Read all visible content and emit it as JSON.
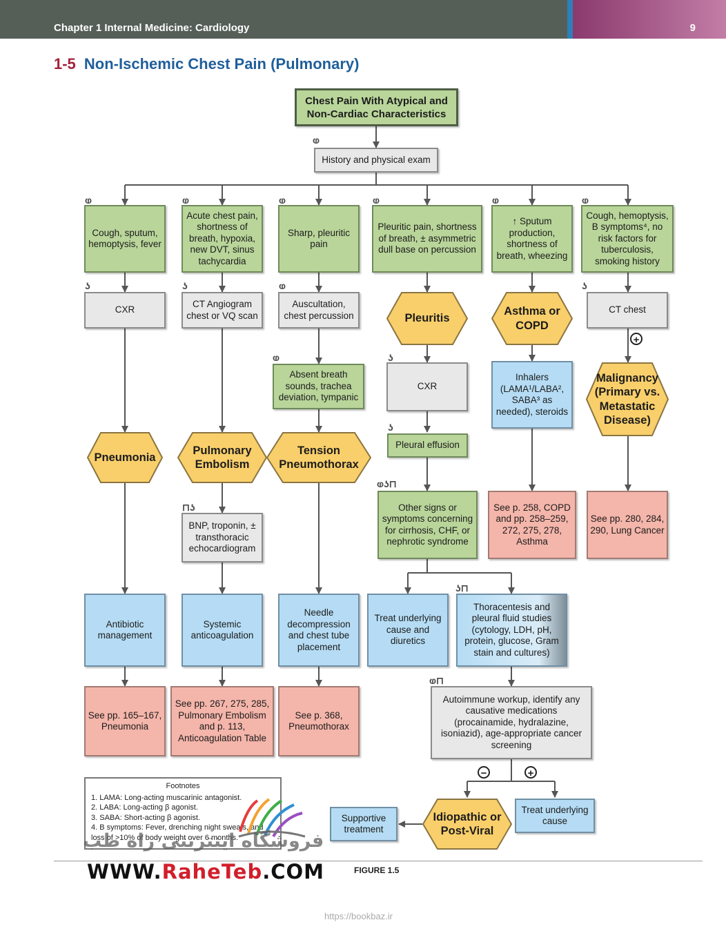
{
  "header": {
    "chapter": "Chapter 1  Internal Medicine: Cardiology",
    "page": "9"
  },
  "title": {
    "number": "1-5",
    "text": "Non-Ischemic Chest Pain (Pulmonary)"
  },
  "nodes": {
    "start": "Chest Pain With Atypical and Non-Cardiac Characteristics",
    "history": "History and physical exam",
    "col1_sym": "Cough, sputum, hemoptysis, fever",
    "col2_sym": "Acute chest pain, shortness of breath, hypoxia, new DVT, sinus tachycardia",
    "col3_sym": "Sharp, pleuritic pain",
    "col4_sym": "Pleuritic pain, shortness of breath, ± asymmetric dull base on percussion",
    "col5_sym": "↑ Sputum production, shortness of breath, wheezing",
    "col6_sym": "Cough, hemoptysis, B symptoms⁴, no risk factors for tuberculosis, smoking history",
    "col1_test": "CXR",
    "col2_test": "CT Angiogram chest or VQ scan",
    "col3_test": "Auscultation, chest percussion",
    "col6_test": "CT chest",
    "col3_finding": "Absent breath sounds, trachea deviation, tympanic",
    "col4_cxr": "CXR",
    "col4_effusion": "Pleural effusion",
    "col4_other": "Other signs or symptoms concerning for cirrhosis, CHF, or nephrotic syndrome",
    "col5_inhalers": "Inhalers (LAMA¹/LABA², SABA³ as needed), steroids",
    "col2_bnp": "BNP, troponin, ± transthoracic echocardiogram",
    "col1_mgmt": "Antibiotic management",
    "col2_mgmt": "Systemic anticoagulation",
    "col3_mgmt": "Needle decompression and chest tube placement",
    "col4_treat": "Treat underlying cause and diuretics",
    "col4_thora": "Thoracentesis and pleural fluid studies (cytology, LDH, pH, protein, glucose, Gram stain and cultures)",
    "col5_ref": "See p. 258, COPD and pp. 258–259, 272, 275, 278, Asthma",
    "col6_ref": "See pp. 280, 284, 290, Lung Cancer",
    "col1_ref": "See pp. 165–167, Pneumonia",
    "col2_ref": "See pp. 267, 275, 285, Pulmonary Embolism and p. 113, Anticoagulation Table",
    "col3_ref": "See p. 368, Pneumothorax",
    "autoimmune": "Autoimmune workup, identify any causative medications (procainamide, hydralazine, isoniazid), age-appropriate cancer screening",
    "supportive": "Supportive treatment",
    "treat_cause": "Treat underlying cause"
  },
  "diagnoses": {
    "pneumonia": "Pneumonia",
    "pe": "Pulmonary Embolism",
    "tension": "Tension Pneumothorax",
    "pleuritis": "Pleuritis",
    "asthma": "Asthma or COPD",
    "malignancy": "Malignancy (Primary vs. Metastatic Disease)",
    "idiopathic": "Idiopathic or Post-Viral"
  },
  "signs": {
    "plus": "+",
    "minus": "−"
  },
  "footnotes": {
    "heading": "Footnotes",
    "items": [
      "1. LAMA: Long-acting muscarinic antagonist.",
      "2. LABA: Long-acting β agonist.",
      "3. SABA: Short-acting β agonist.",
      "4. B symptoms: Fever, drenching night sweats, and loss of >10% of body weight over 6 months."
    ]
  },
  "figure_label": "FIGURE 1.5",
  "watermark": {
    "persian": "فروشگاه اینترنتی راه طب",
    "url_prefix": "WWW.",
    "url_brand": "RaheTeb",
    ".com": ".COM"
  },
  "source": "https://bookbaz.ir",
  "icons": {
    "stethoscope": "stethoscope-icon",
    "imaging": "imaging-icon",
    "lab": "test-tube-icon"
  },
  "colors": {
    "green": "#b9d59a",
    "gray": "#e8e8e8",
    "blue": "#b5dcf4",
    "pink": "#f4b5aa",
    "hexagon": "#f9cf6b",
    "title": "#1f5f9a",
    "title_number": "#a3203b"
  }
}
